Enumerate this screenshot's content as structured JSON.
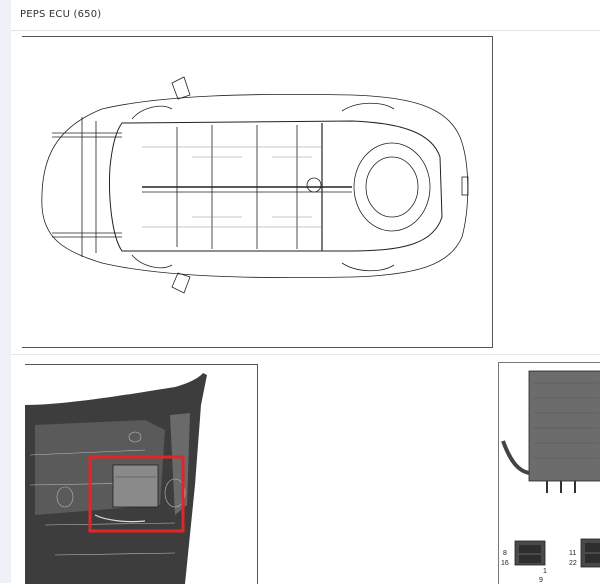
{
  "page": {
    "title": "PEPS ECU (650)"
  },
  "figures": {
    "vehicle_topview": {
      "name": "car-body-top-view"
    },
    "mounting_location": {
      "name": "ecu-mounting-location",
      "highlight_color": "#e0262b"
    },
    "connector_view": {
      "name": "ecu-connector-view",
      "pin_labels": [
        "8",
        "16",
        "1",
        "9",
        "11",
        "22"
      ]
    }
  },
  "colors": {
    "frame": "#555555",
    "background": "#ffffff",
    "highlight": "#e0262b"
  }
}
